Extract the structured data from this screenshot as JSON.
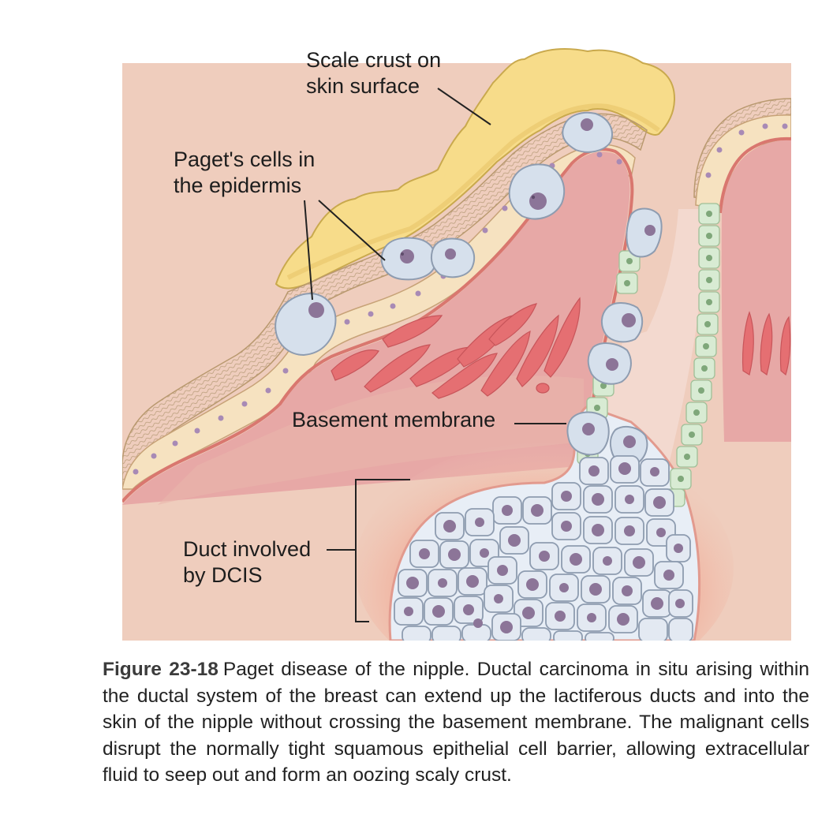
{
  "labels": {
    "crust_line1": "Scale crust on",
    "crust_line2": "skin surface",
    "paget_line1": "Paget's cells in",
    "paget_line2": "the epidermis",
    "basement_membrane": "Basement membrane",
    "duct_line1": "Duct involved",
    "duct_line2": "by DCIS"
  },
  "caption": {
    "figure_number": "Figure 23-18",
    "text": "Paget disease of the nipple. Ductal carcinoma in situ arising within the ductal system of the breast can extend up the lactiferous ducts and into the skin of the nipple without crossing the basement membrane. The malignant cells disrupt the normally tight squamous epithelial cell barrier, allowing extracellular fluid to seep out and form an oozing scaly crust."
  },
  "colors": {
    "dermis": "#efcdbd",
    "nipple_stroma": "#e7a8a6",
    "crust": "#f7dc8a",
    "epidermis": "#f6e2c0",
    "basement_membrane": "#d9776f",
    "duct_epithelium": "#d8ebd3",
    "paget_cell": "#d6e0ec",
    "nucleus": "#8c7598",
    "vessel": "#e56f72",
    "leader_line": "#222222"
  },
  "icons": [
    "paget-cell-icon",
    "dcis-cell-icon",
    "blood-vessel-icon"
  ]
}
